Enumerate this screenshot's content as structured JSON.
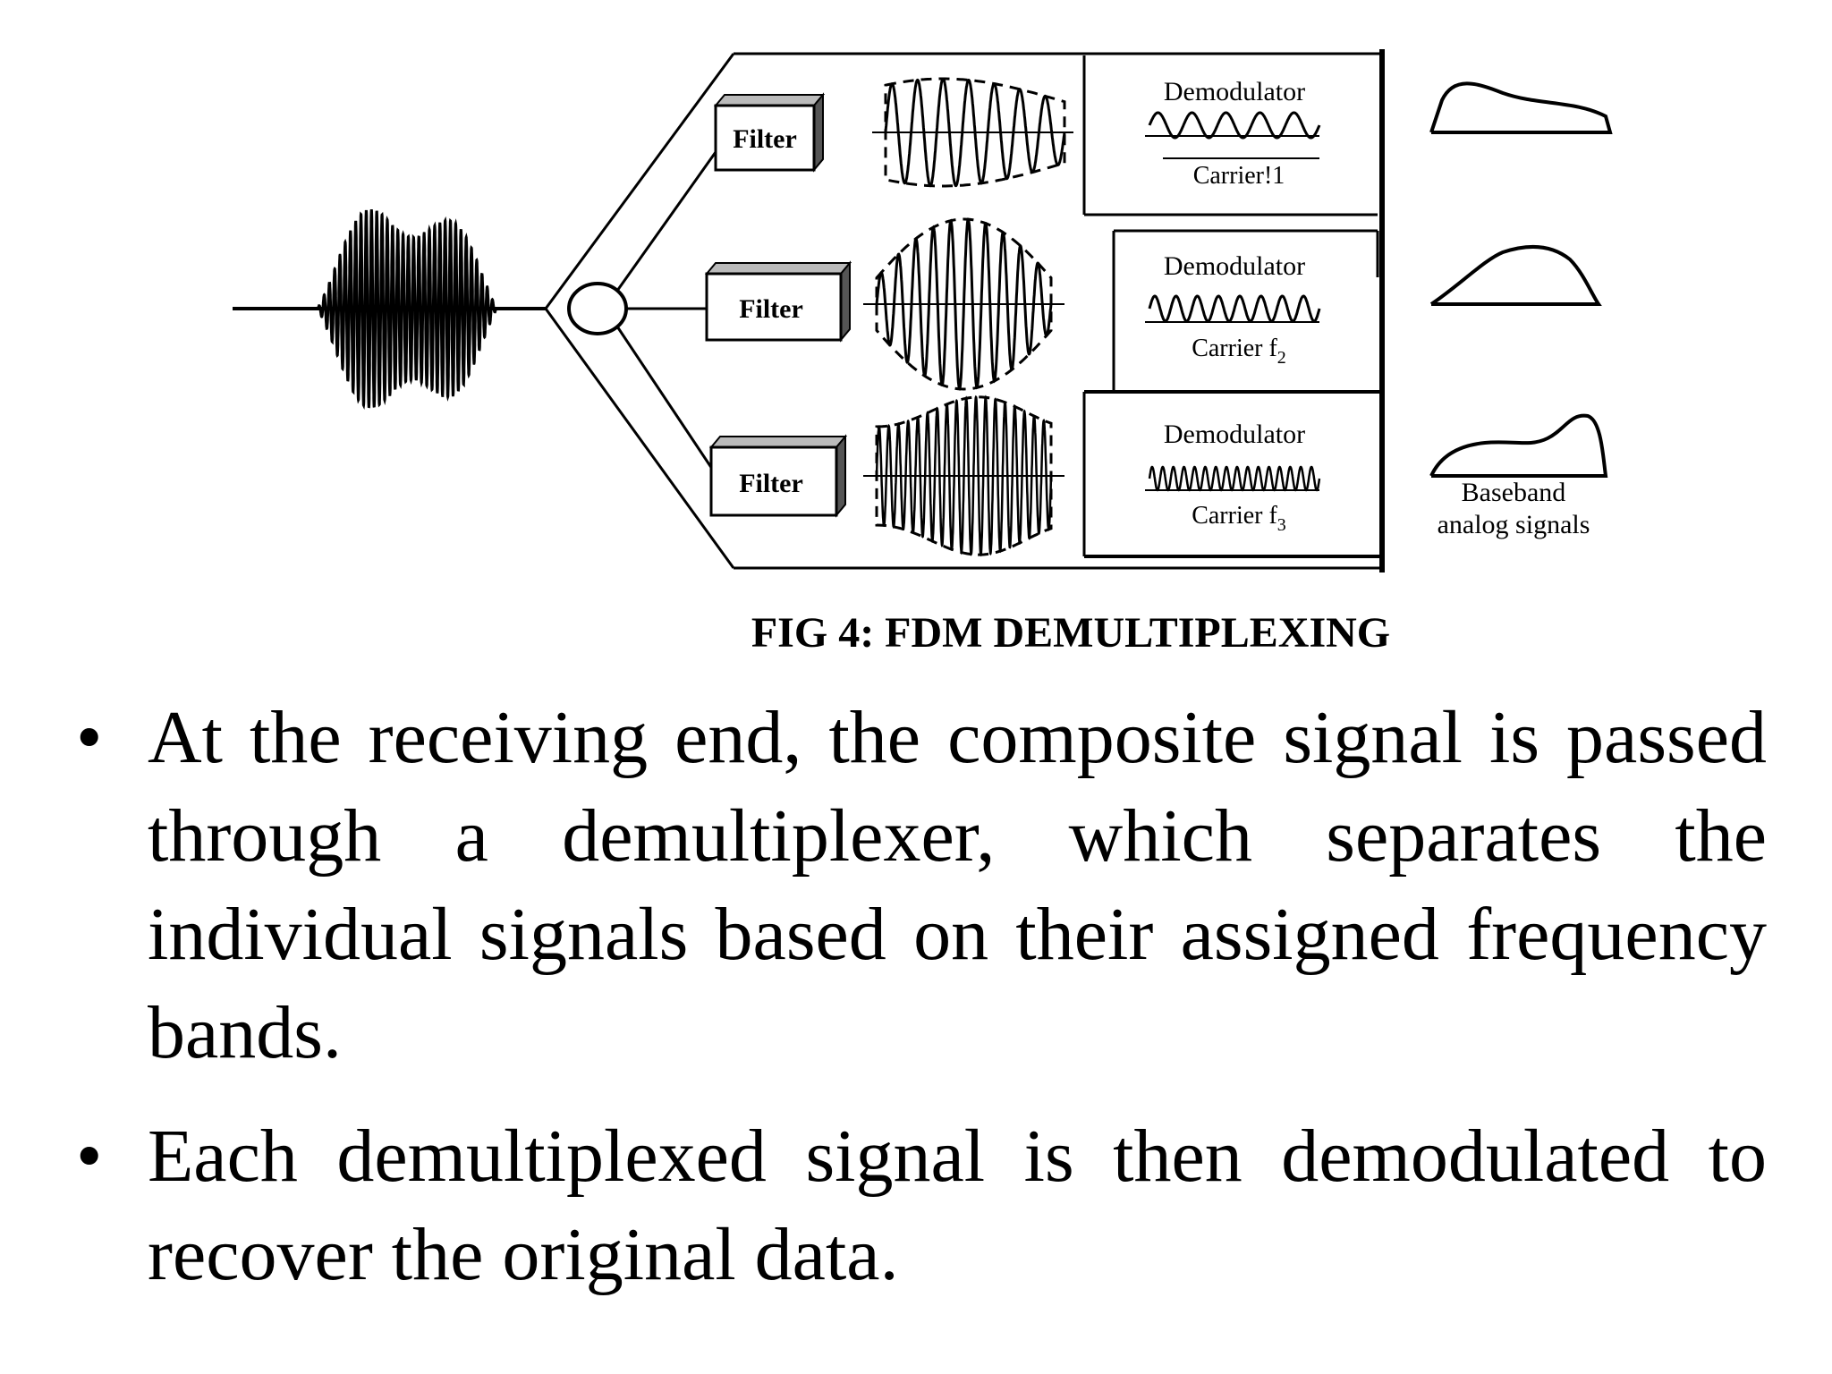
{
  "diagram": {
    "filters": [
      "Filter",
      "Filter",
      "Filter"
    ],
    "demodulators": [
      {
        "label": "Demodulator",
        "carrier": "Carrier!1"
      },
      {
        "label": "Demodulator",
        "carrier": "Carrier f",
        "carrier_sub": "2"
      },
      {
        "label": "Demodulator",
        "carrier": "Carrier f",
        "carrier_sub": "3"
      }
    ],
    "output_label_line1": "Baseband",
    "output_label_line2": "analog signals"
  },
  "caption": "FIG 4: FDM DEMULTIPLEXING",
  "bullets": [
    "At the receiving end, the composite signal is passed through a demultiplexer, which separates the individual signals based on their assigned frequency bands.",
    "Each demultiplexed signal is then demodulated to recover the original data."
  ],
  "bullet_symbol": "•"
}
